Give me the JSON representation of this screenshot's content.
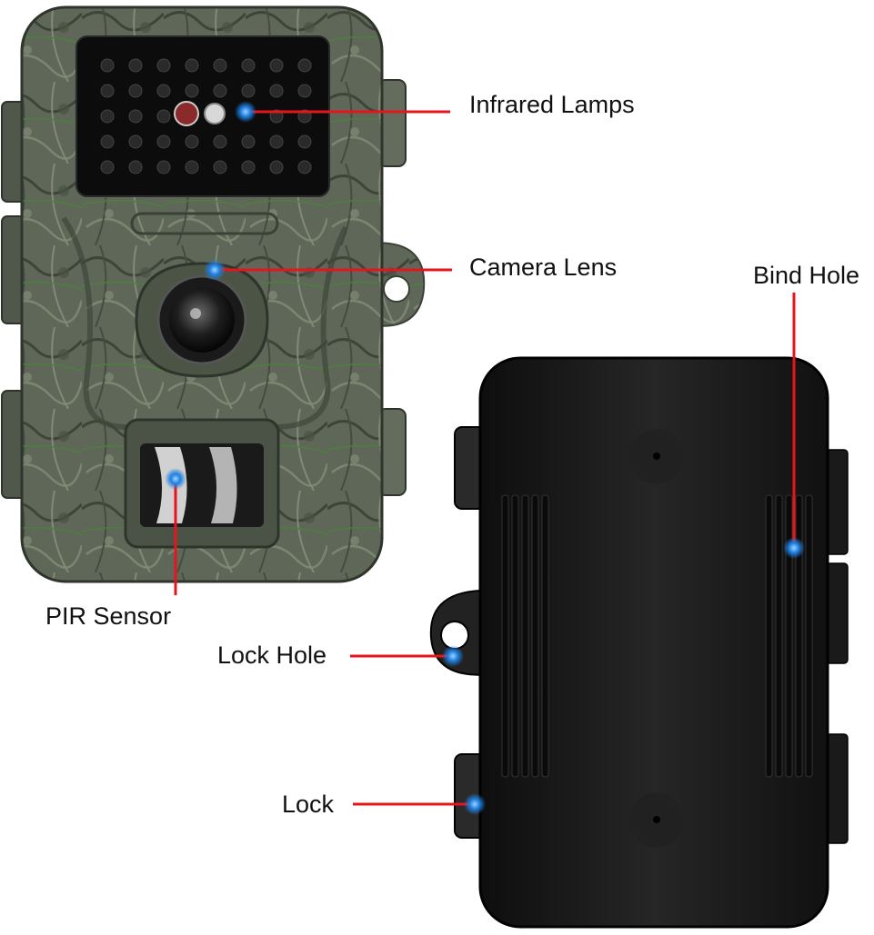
{
  "colors": {
    "leader_line": "#e8141b",
    "marker": "#1e7fe0",
    "camo_base": "#5d6656",
    "back_body": "#1c1c1c"
  },
  "labels": {
    "infrared_lamps": "Infrared Lamps",
    "camera_lens": "Camera Lens",
    "pir_sensor": "PIR Sensor",
    "bind_hole": "Bind Hole",
    "lock_hole": "Lock Hole",
    "lock": "Lock"
  }
}
